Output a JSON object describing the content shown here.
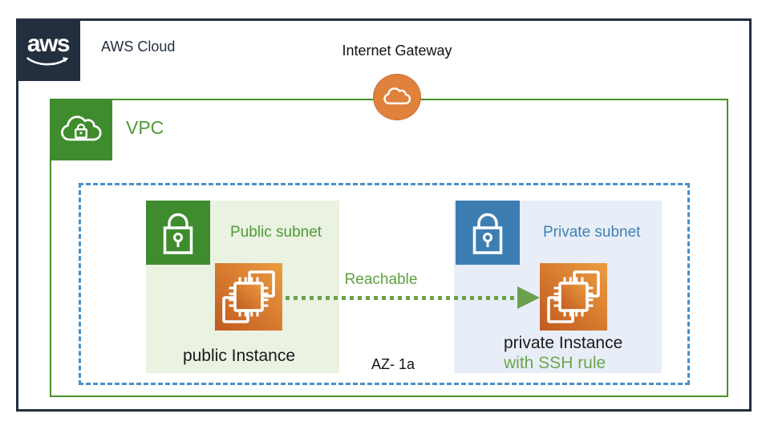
{
  "aws_cloud": {
    "logo_text": "aws",
    "label": "AWS Cloud"
  },
  "internet_gateway": {
    "label": "Internet Gateway"
  },
  "vpc": {
    "label": "VPC"
  },
  "availability_zone": {
    "label": "AZ- 1a"
  },
  "public_subnet": {
    "label": "Public subnet",
    "instance": {
      "label": "public Instance"
    }
  },
  "private_subnet": {
    "label": "Private subnet",
    "instance": {
      "label": "private Instance",
      "sublabel": "with SSH rule"
    }
  },
  "connection": {
    "label": "Reachable",
    "style": "dotted-arrow"
  },
  "icons": {
    "aws_logo": "aws-smile-logo",
    "internet_gateway": "cloud-icon",
    "vpc": "cloud-lock-icon",
    "subnet": "lock-icon",
    "instance": "ec2-chip-icon"
  },
  "colors": {
    "outline_dark": "#232F3E",
    "vpc_border_green": "#459328",
    "green_fill": "#3F8C2E",
    "green_text": "#4E9B35",
    "light_green_bg": "#EAF2E2",
    "blue_fill": "#3D7EB2",
    "blue_text": "#3E80B6",
    "light_blue_bg": "#E8EEF7",
    "az_dash_blue": "#4A8FC7",
    "arrow_green": "#6BA04F",
    "ec2_orange_dark": "#C05A1F",
    "ec2_orange_light": "#EC9C40",
    "igw_orange": "#E0813C"
  }
}
